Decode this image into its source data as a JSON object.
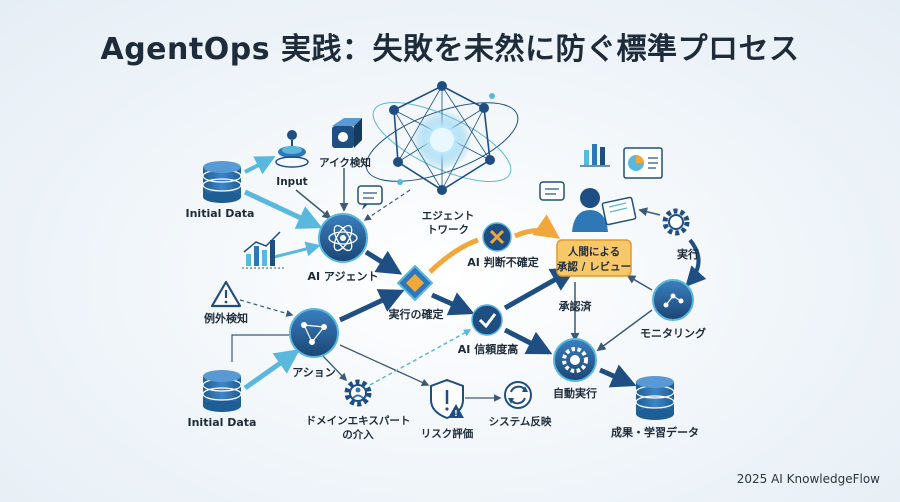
{
  "title": "AgentOps 実践：失敗を未然に防ぐ標準プロセス",
  "footer": "2025 AI KnowledgeFlow",
  "nodes": {
    "initial_data_top": "Initial Data",
    "input": "Input",
    "intent_detect": "アイク検知",
    "agent_workflow_1": "エジェント",
    "agent_workflow_2": "トワーク",
    "ai_agent": "AI アジェント",
    "exception_detect": "例外検知",
    "action": "アション",
    "initial_data_bottom": "Initial Data",
    "domain_expert_1": "ドメインエキスパート",
    "domain_expert_2": "の介入",
    "execution_confirm": "実行の確定",
    "ai_uncertain": "AI 判断不確定",
    "ai_confident": "AI 信頼度高",
    "risk_eval": "リスク評価",
    "system_reflect": "システム反映",
    "human_review_1": "人間による",
    "human_review_2": "承認 / レビュー",
    "approved": "承認済",
    "execute": "実行",
    "monitoring": "モニタリング",
    "auto_execute": "自動実行",
    "results_data": "成果・学習データ"
  },
  "colors": {
    "dark_blue": "#1f4f82",
    "mid_blue": "#2f78b8",
    "light_blue": "#5ab8dc",
    "orange": "#f2a73b",
    "label_bg": "#f7c86a"
  }
}
